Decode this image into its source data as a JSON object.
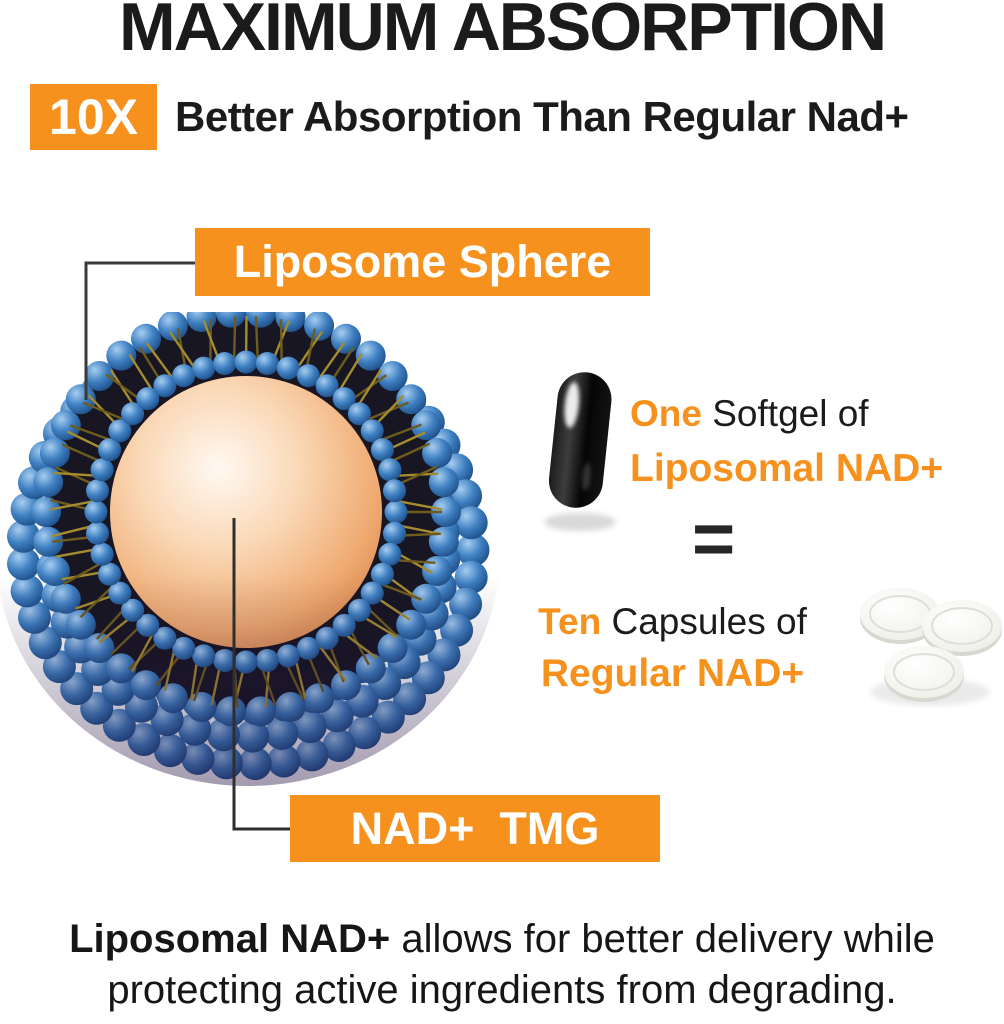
{
  "colors": {
    "accent": "#F6911E",
    "text": "#1B1B1B"
  },
  "header": {
    "title": "MAXIMUM ABSORPTION",
    "multiplier_badge": "10X",
    "subtitle": "Better Absorption Than Regular Nad+"
  },
  "diagram": {
    "label_top": "Liposome Sphere",
    "label_bottom": "NAD+  TMG"
  },
  "comparison": {
    "one_highlight": "One",
    "one_rest": " Softgel of",
    "one_product": "Liposomal NAD+",
    "equals_sign": "=",
    "ten_highlight": "Ten",
    "ten_rest": " Capsules of",
    "ten_product": "Regular NAD+"
  },
  "footer": {
    "lead_bold": "Liposomal NAD+",
    "line1_rest": " allows for better delivery while",
    "line2": "protecting active ingredients from degrading."
  }
}
